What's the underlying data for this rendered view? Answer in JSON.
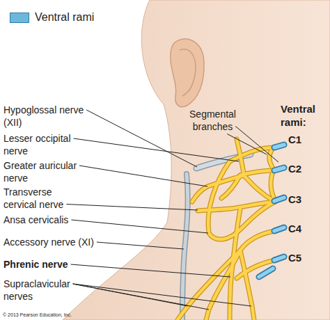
{
  "diagram": {
    "labels": [
      "Segmental branches",
      "Hypoglossal nerve (XII)",
      "Ventral rami:",
      "C1",
      "Lesser occipital nerve",
      "C2",
      "Greater auricular nerve",
      "Transverse cervical nerve",
      "C3",
      "Ansa cervicalis",
      "C4",
      "Accessory nerve (XI)",
      "C5",
      "Phrenic nerve",
      "Supraclavicular nerves",
      "© 2013 Pearson Education, Inc."
    ],
    "legend": [
      {
        "text": "Ventral rami",
        "color": "#6cb8dd"
      }
    ]
  }
}
